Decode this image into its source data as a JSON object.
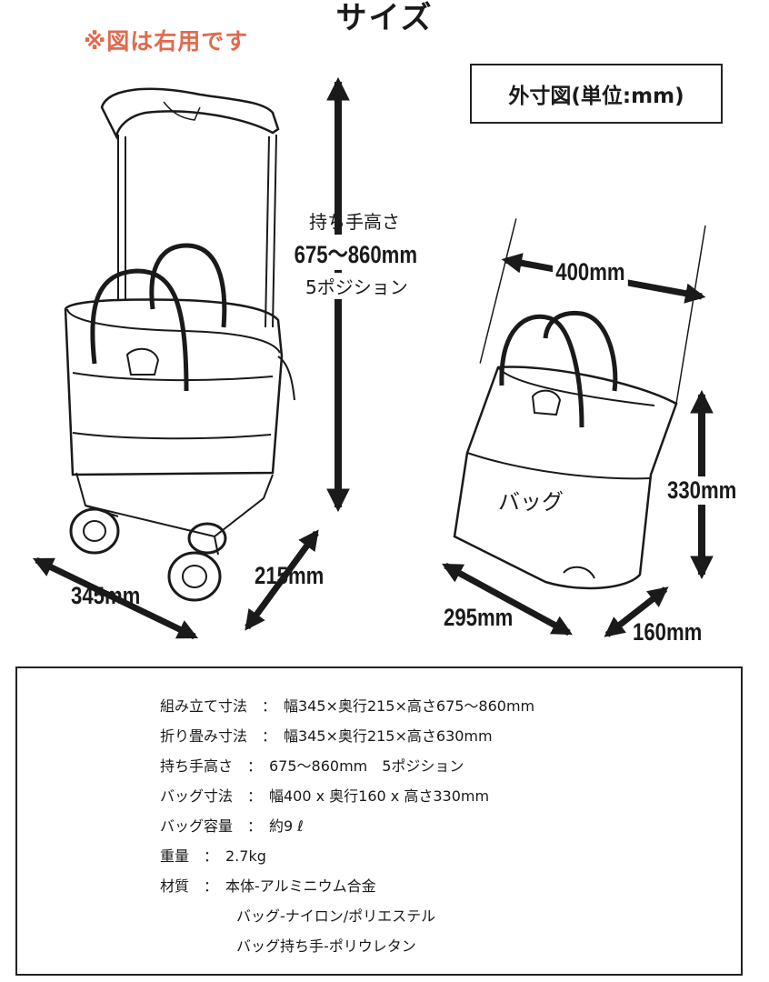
{
  "header": {
    "title": "サイズ",
    "note": "※図は右用です",
    "unit_box": "外寸図(単位:mm)"
  },
  "cart_diagram": {
    "handle_height_label": "持ち手高さ",
    "handle_height_value": "675〜860mm",
    "handle_positions": "5ポジション",
    "width": "345mm",
    "depth": "215mm"
  },
  "bag_diagram": {
    "label": "バッグ",
    "width": "400mm",
    "height": "330mm",
    "bottom_width": "295mm",
    "depth": "160mm"
  },
  "specs": [
    {
      "text": "組み立て寸法　：　幅345×奥行215×高さ675〜860mm"
    },
    {
      "text": "折り畳み寸法　：　幅345×奥行215×高さ630mm"
    },
    {
      "text": "持ち手高さ　：　675〜860mm　5ポジション"
    },
    {
      "text": "バッグ寸法　：　幅400 x 奥行160 x 高さ330mm"
    },
    {
      "text": "バッグ容量　：　約9 ℓ"
    },
    {
      "text": "重量　：　2.7kg"
    },
    {
      "text": "材質　：　本体-アルミニウム合金"
    }
  ],
  "material_sub": [
    "バッグ-ナイロン/ポリエステル",
    "バッグ持ち手-ポリウレタン"
  ],
  "colors": {
    "note": "#e06a4e",
    "line": "#1a1a1a"
  }
}
